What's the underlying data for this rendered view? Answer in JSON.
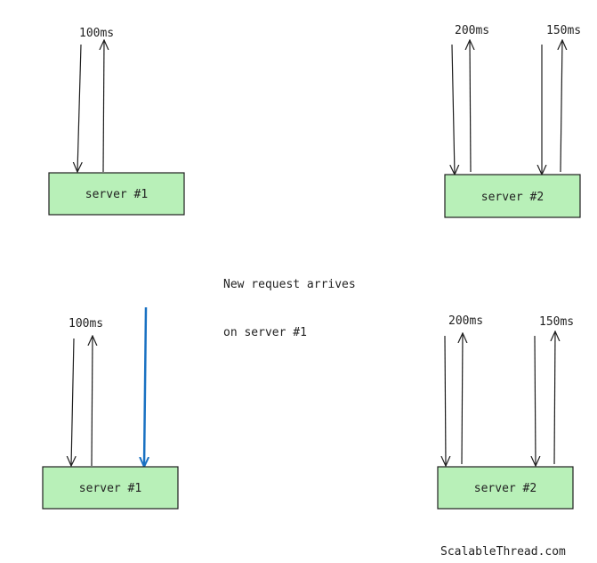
{
  "colors": {
    "server_fill": "#b8f0b8",
    "server_stroke": "#1e1e1e",
    "arrow": "#1e1e1e",
    "new_request_arrow": "#1971c2"
  },
  "top": {
    "server1": {
      "label": "server #1",
      "latency": "100ms"
    },
    "server2": {
      "label": "server #2",
      "latency_a": "200ms",
      "latency_b": "150ms"
    }
  },
  "caption": {
    "line1": "New request arrives",
    "line2": "on server #1"
  },
  "bottom": {
    "server1": {
      "label": "server #1",
      "latency": "100ms"
    },
    "server2": {
      "label": "server #2",
      "latency_a": "200ms",
      "latency_b": "150ms"
    }
  },
  "footer": {
    "brand": "ScalableThread.com"
  }
}
